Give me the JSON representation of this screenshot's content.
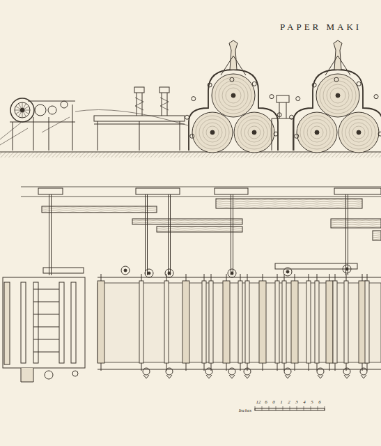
{
  "diagram": {
    "title": "PAPER MAKI",
    "labels": [
      "Inches",
      "12",
      "6",
      "0",
      "1",
      "2",
      "3",
      "4",
      "5",
      "6"
    ]
  }
}
